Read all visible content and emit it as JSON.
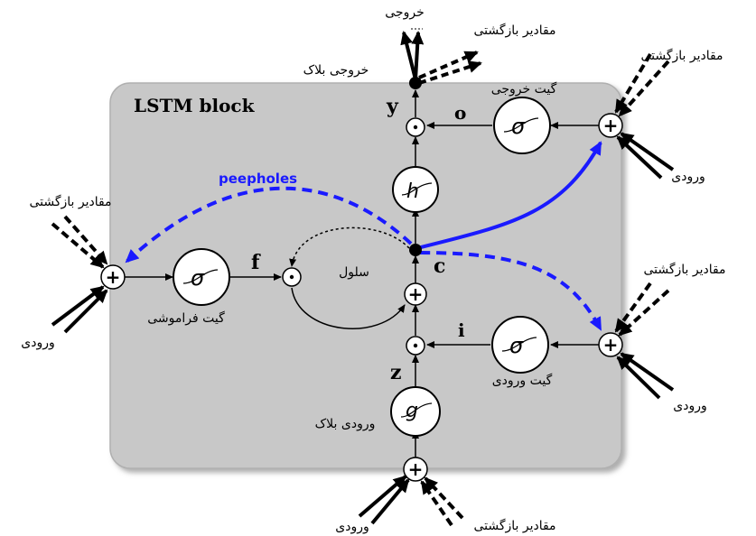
{
  "block": {
    "title": "LSTM block"
  },
  "peepholes_label": "peepholes",
  "symbols": {
    "y": "y",
    "o": "o",
    "f": "f",
    "c": "c",
    "i": "i",
    "z": "z",
    "sigma": "σ",
    "h": "h",
    "g": "g",
    "plus": "+",
    "dot": "•"
  },
  "labels": {
    "output_top": "خروجی",
    "recurrent_top": "مقادیر بازگشتی",
    "block_output": "خروجی بلاک",
    "output_gate": "گیت خروجی",
    "recurrent_right_top": "مقادیر بازگشتی",
    "input_right_top": "ورودی",
    "recurrent_left": "مقادیر بازگشتی",
    "input_left": "ورودی",
    "forget_gate": "گیت فراموشی",
    "cell": "سلول",
    "recurrent_right_mid": "مقادیر بازگشتی",
    "input_right_mid": "ورودی",
    "input_gate": "گیت ورودی",
    "block_input": "ورودی بلاک",
    "input_bottom": "ورودی",
    "recurrent_bottom": "مقادیر بازگشتی"
  },
  "colors": {
    "block_fill": "#c8c8c8",
    "peephole": "#1a1aff",
    "line": "#000000"
  }
}
